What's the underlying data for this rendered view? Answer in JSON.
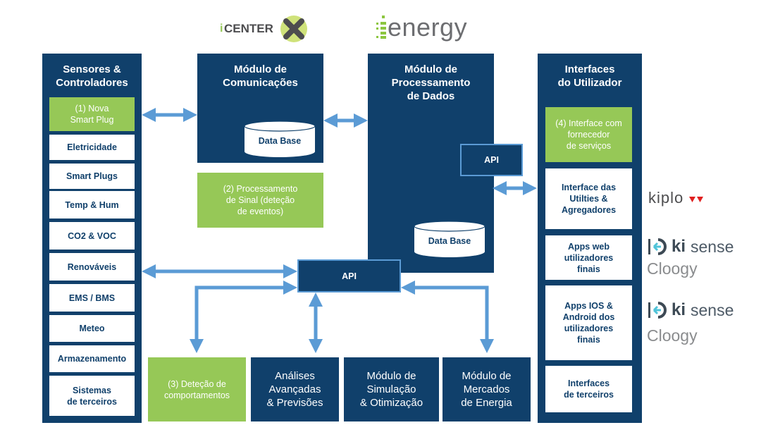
{
  "header": {
    "logo_icenter": {
      "prefix": "i",
      "name": "CENTER",
      "mark": "X"
    },
    "logo_ienergy": {
      "prefix": "i",
      "name": "energy"
    }
  },
  "sensors": {
    "title_line1": "Sensores &",
    "title_line2": "Controladores",
    "highlight": {
      "line1": "(1) Nova",
      "line2": "Smart Plug"
    },
    "items": [
      {
        "label": "Eletricidade"
      },
      {
        "label": "Smart Plugs"
      },
      {
        "label": "Temp & Hum"
      },
      {
        "label": "CO2 & VOC"
      },
      {
        "label": "Renováveis"
      },
      {
        "label": "EMS / BMS"
      },
      {
        "label": "Meteo"
      },
      {
        "label": "Armazenamento"
      },
      {
        "line1": "Sistemas",
        "line2": "de terceiros"
      }
    ]
  },
  "comms": {
    "title_line1": "Módulo de",
    "title_line2": "Comunicações",
    "database": "Data Base",
    "signal": {
      "line1": "(2) Processamento",
      "line2": "de Sinal (deteção",
      "line3": "de eventos)"
    }
  },
  "processing": {
    "title_line1": "Módulo de",
    "title_line2": "Processamento",
    "title_line3": "de Dados",
    "api": "API",
    "database": "Data Base"
  },
  "central_api": {
    "label": "API"
  },
  "bottom_modules": [
    {
      "line1": "(3) Deteção de",
      "line2": "comportamentos"
    },
    {
      "line1": "Análises",
      "line2": "Avançadas",
      "line3": "& Previsões"
    },
    {
      "line1": "Módulo de",
      "line2": "Simulação",
      "line3": "& Otimização"
    },
    {
      "line1": "Módulo de",
      "line2": "Mercados",
      "line3": "de Energia"
    }
  ],
  "interfaces": {
    "title_line1": "Interfaces",
    "title_line2": "do Utilizador",
    "highlight": {
      "line1": "(4) Interface com",
      "line2": "fornecedor",
      "line3": "de serviços"
    },
    "items": [
      {
        "line1": "Interface das",
        "line2": "Utilties &",
        "line3": "Agregadores"
      },
      {
        "line1": "Apps web",
        "line2": "utilizadores",
        "line3": "finais"
      },
      {
        "line1": "Apps IOS &",
        "line2": "Android dos",
        "line3": "utilizadores",
        "line4": "finais"
      },
      {
        "line1": "Interfaces",
        "line2": "de terceiros"
      }
    ]
  },
  "partner_logos": {
    "kiplo": "kiplo",
    "kisense_bold": "ki",
    "kisense_rest": "sense",
    "cloogy": "Cloogy"
  },
  "colors": {
    "navy": "#10406b",
    "green": "#96c857",
    "arrow": "#5b9bd5",
    "logo_gray": "#6d6e71"
  }
}
